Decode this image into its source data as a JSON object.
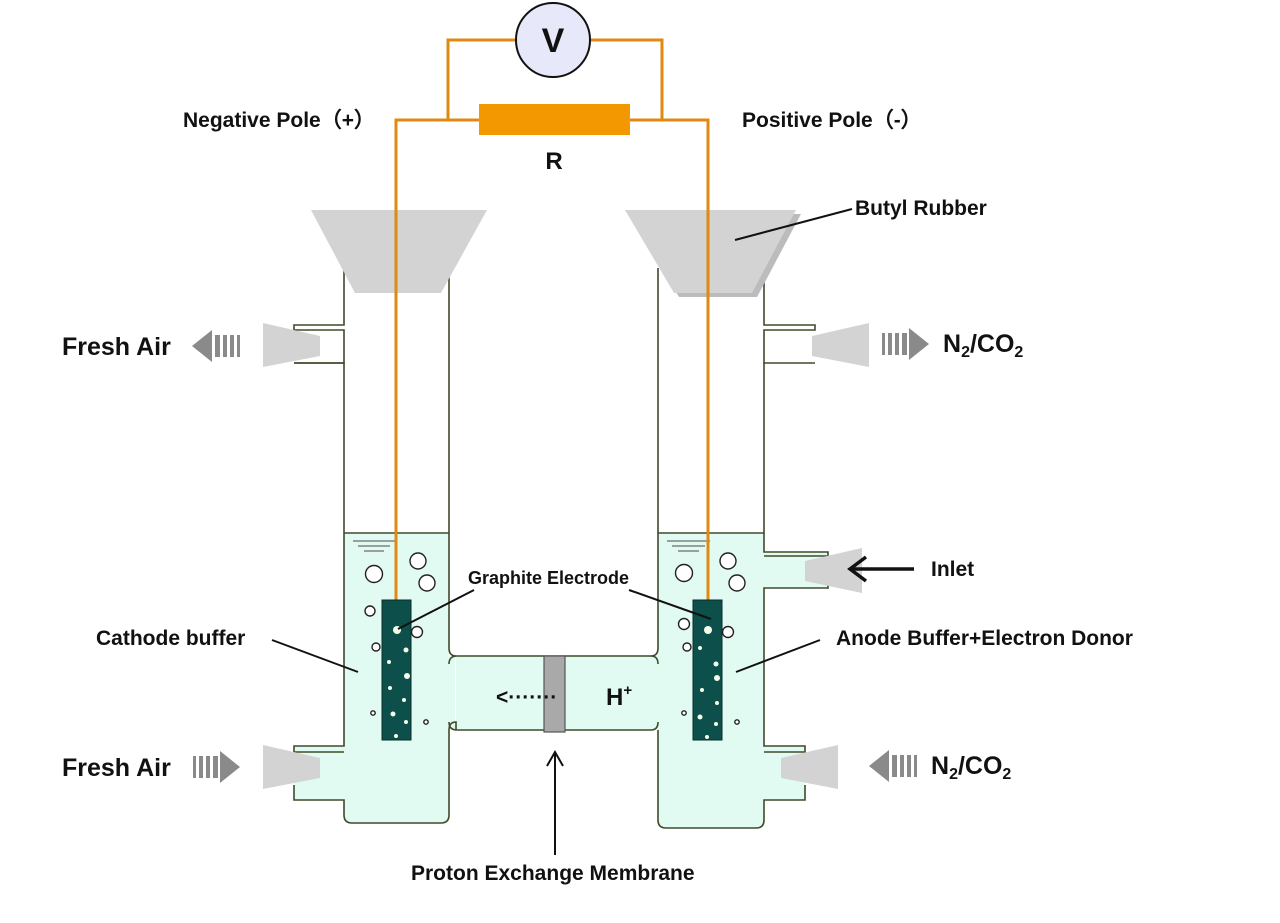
{
  "labels": {
    "voltmeter": "V",
    "resistor": "R",
    "negative_pole": "Negative Pole（+）",
    "positive_pole": "Positive Pole（-）",
    "butyl_rubber": "Butyl Rubber",
    "fresh_air_top": "Fresh Air",
    "fresh_air_bottom": "Fresh Air",
    "n2_co2_top_main": "N",
    "n2_co2_top_sub": "2",
    "n2_co2_top_rest": "/CO",
    "n2_co2_top_sub2": "2",
    "n2_co2_bottom_main": "N",
    "n2_co2_bottom_sub": "2",
    "n2_co2_bottom_rest": "/CO",
    "n2_co2_bottom_sub2": "2",
    "inlet": "Inlet",
    "graphite_electrode": "Graphite Electrode",
    "cathode_buffer": "Cathode buffer",
    "anode_buffer": "Anode Buffer+Electron Donor",
    "proton": "H",
    "proton_sup": "+",
    "proton_arrow": "<·······",
    "pem": "Proton Exchange Membrane"
  },
  "colors": {
    "wire": "#e08a10",
    "resistor": "#f39800",
    "voltmeter_fill": "#e8e8fb",
    "stopper": "#d3d3d3",
    "vessel_stroke": "#3f4a2a",
    "solution": "#e2fbf2",
    "electrode": "#0d4f4a",
    "membrane": "#a9a9a9",
    "arrow_gray": "#8a8a8a"
  }
}
